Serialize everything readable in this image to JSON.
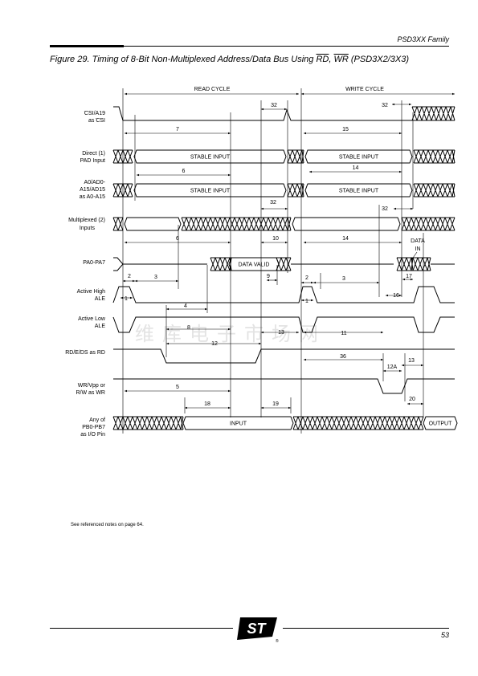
{
  "header": {
    "family": "PSD3XX Family",
    "title_prefix": "Figure 29.  Timing of 8-Bit Non-Multiplexed Address/Data Bus Using ",
    "title_rd": "RD",
    "title_sep": ", ",
    "title_wr": "WR",
    "title_suffix": "  (PSD3X2/3X3)"
  },
  "cycles": {
    "read": "READ CYCLE",
    "write": "WRITE CYCLE"
  },
  "signals": {
    "csi": [
      "CSI/A19",
      "as CSI"
    ],
    "direct": [
      "Direct (1)",
      "PAD Input"
    ],
    "a0": [
      "A0/AD0-",
      "A15/AD15",
      "as A0-A15"
    ],
    "mux": [
      "Multiplexed (2)",
      "Inputs"
    ],
    "pa": [
      "PA0-PA7"
    ],
    "ale_h": [
      "Active High",
      "ALE"
    ],
    "ale_l": [
      "Active Low",
      "ALE"
    ],
    "rd": [
      "RD/E/DS as RD"
    ],
    "wr": [
      "WR/Vpp  or",
      "R/W as WR"
    ],
    "pb": [
      "Any of",
      "PB0-PB7",
      "as I/O Pin"
    ]
  },
  "bus_labels": {
    "stable_input": "STABLE INPUT",
    "data_valid": "DATA VALID",
    "data_in": [
      "DATA",
      "IN"
    ],
    "input": "INPUT",
    "output": "OUTPUT"
  },
  "timing_labels": [
    "32",
    "7",
    "15",
    "6",
    "14",
    "32",
    "32",
    "6",
    "10",
    "14",
    "2",
    "3",
    "9",
    "2",
    "3",
    "17",
    "16",
    "1",
    "1",
    "4",
    "8",
    "13",
    "11",
    "12",
    "36",
    "12A",
    "13",
    "5",
    "20",
    "18",
    "19",
    "32"
  ],
  "note": "See referenced notes on page 64.",
  "page_number": "53",
  "watermark": "维库电子市场网",
  "logo_text": "ST"
}
